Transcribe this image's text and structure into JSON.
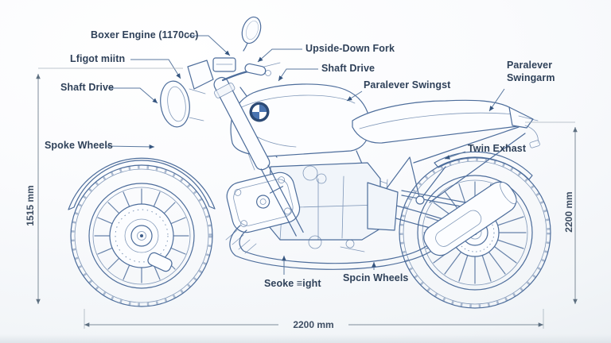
{
  "title": "Motorcycle blueprint technical diagram",
  "colors": {
    "background": "#f7f9fb",
    "line_art": "#4d6d9b",
    "label_text": "#2f4159",
    "dimension_line": "#7e8c99",
    "dimension_text": "#3e4e63",
    "logo_blue": "#4a74b0"
  },
  "icons": {
    "logo": "bmw-roundel-icon"
  },
  "labels": {
    "boxer_engine": "Boxer Engine (1170cc)",
    "light_mitn": "Lfigot miitn",
    "shaft_drive_left": "Shaft Drive",
    "spoke_wheels": "Spoke Wheels",
    "upside_down_fork": "Upside-Down Fork",
    "shaft_drive_mid": "Shaft Drive",
    "paralever_swingst": "Paralever Swingst",
    "paralever_swingarm": "Paralever Swingarm",
    "twin_exhaust": "Twin Exhast",
    "seoke_eight": "Seoke ≡ight",
    "spin_wheels": "Spcin Wheels"
  },
  "dimensions": {
    "height_left": "1515 mm",
    "height_right": "2200 mm",
    "length_bottom": "2200 mm"
  }
}
